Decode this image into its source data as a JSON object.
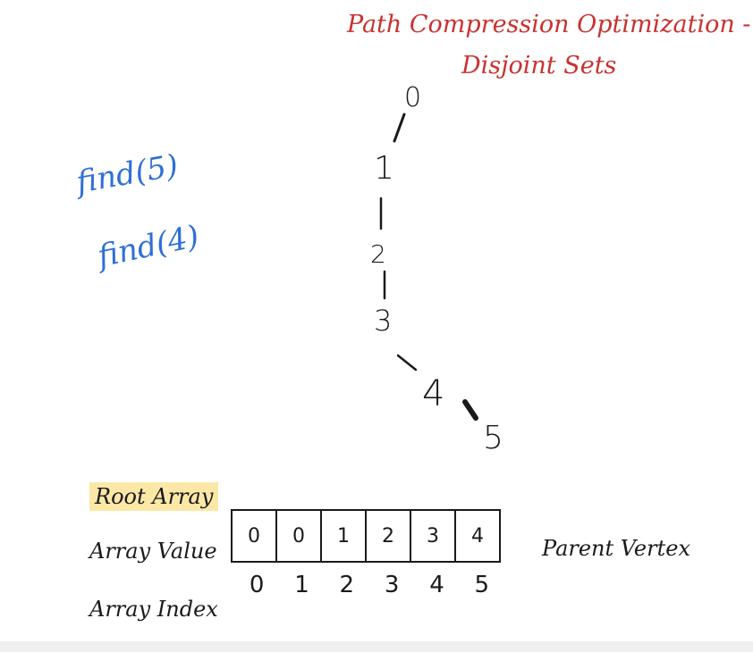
{
  "title": {
    "line1": "Path Compression Optimization -",
    "line2": "Disjoint Sets"
  },
  "calls": [
    "find(5)",
    "find(4)"
  ],
  "tree": {
    "nodes": [
      "0",
      "1",
      "2",
      "3",
      "4",
      "5"
    ]
  },
  "labels": {
    "root_array": "Root Array",
    "array_value": "Array Value",
    "array_index": "Array Index",
    "parent_vertex": "Parent Vertex"
  },
  "array": {
    "values": [
      "0",
      "0",
      "1",
      "2",
      "3",
      "4"
    ],
    "indices": [
      "0",
      "1",
      "2",
      "3",
      "4",
      "5"
    ]
  },
  "colors": {
    "title": "#c8322f",
    "calls": "#2f6fd6",
    "highlight": "#fbe8a6",
    "ink": "#1a1a1a"
  }
}
